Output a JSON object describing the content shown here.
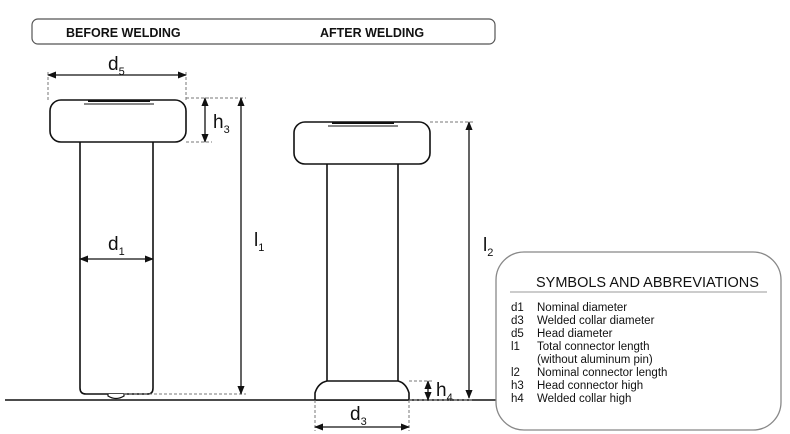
{
  "headers": {
    "before": "BEFORE WELDING",
    "after": "AFTER WELDING"
  },
  "dimensions": {
    "d5": {
      "main": "d",
      "sub": "5"
    },
    "h3": {
      "main": "h",
      "sub": "3"
    },
    "d1": {
      "main": "d",
      "sub": "1"
    },
    "l1": {
      "main": "l",
      "sub": "1"
    },
    "l2": {
      "main": "l",
      "sub": "2"
    },
    "h4": {
      "main": "h",
      "sub": "4"
    },
    "d3": {
      "main": "d",
      "sub": "3"
    }
  },
  "legend": {
    "title": "SYMBOLS AND ABBREVIATIONS",
    "items": [
      {
        "code": "d1",
        "desc": "Nominal diameter"
      },
      {
        "code": "d3",
        "desc": "Welded collar diameter"
      },
      {
        "code": "d5",
        "desc": "Head diameter"
      },
      {
        "code": "l1",
        "desc": "Total connector length"
      },
      {
        "code": "",
        "desc": "(without aluminum pin)"
      },
      {
        "code": "l2",
        "desc": "Nominal connector length"
      },
      {
        "code": "h3",
        "desc": "Head connector high"
      },
      {
        "code": "h4",
        "desc": "Welded collar high"
      }
    ]
  }
}
